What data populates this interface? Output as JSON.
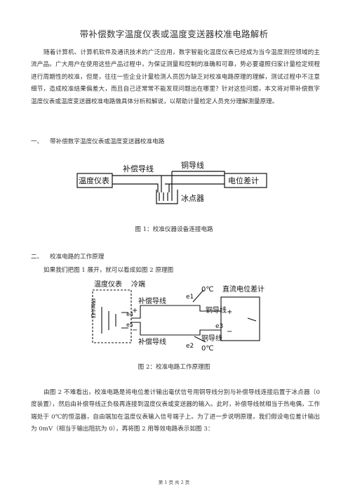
{
  "title": "带补偿数字温度仪表或温度变送器校准电路解析",
  "intro": "随着计算机、计算机软件及通讯技术的广泛应用，数字智能化温度仪表已经成为当今温度测控领域的主流产品。广大用户在使用这些产品过程中，为保证测量和控制的准确和可靠，势必要遵照归家计量检定规程进行周期性的校准，但是，往往一些企业计量检测人员因为缺乏对校准电路原理的理解，测试过程中不注意细节，造成校准结果偏差大，而且自己还常常不能发现问题出在哪里？针对这些问题，本文将对带补偿数字温度仪表或温度变送器校准电路做具体分析和解说，以帮助计量检定人员充分理解测量原理。",
  "section1": {
    "num": "一、",
    "text": "带补偿数字温度仪表或温度变送器校准电路"
  },
  "fig1": {
    "caption": "图 1：校准仪器设备连接电路",
    "labels": {
      "meter": "温度仪表",
      "comp_wire": "补偿导线",
      "copper_wire": "铜导线",
      "ice": "冰点器",
      "pot": "电位差计"
    }
  },
  "section2": {
    "num": "二、",
    "text": "校准电路的工作原理"
  },
  "section2_body": "如果我们把图 1 展开，就可以看成如图 2 原理图",
  "fig2": {
    "caption": "图 2：校准电路工作原理图",
    "labels": {
      "meter": "温度仪表",
      "cold_end": "冷端",
      "comp1": "补偿导线",
      "comp2": "补偿导线",
      "cu1": "铜导线",
      "cu2": "铜导线",
      "zero1": "0℃",
      "zero2": "0℃",
      "pot": "直流电位差计",
      "e1": "e1",
      "e2": "e2",
      "e3": "e3",
      "e4": "e4",
      "e5": "e5",
      "plus": "+",
      "minus": "−",
      "side_text": "温度补偿"
    }
  },
  "body3": "由图 2 不难看出，校准电路是将电位差计输出毫伏信号用铜导线分别与补偿导线连接后置于冰点器（0 度装置），然后由补偿导线正负极再连接到温度仪表或变送器的输入。此时，补偿导线就相当于热电偶，工作端处于 0℃的恒温器，自由端加在温度仪表输入信号端子上。为了进一步说明原理，我们假设电位差计输出为 0mV（相当于输出阻抗为 0），再将图 2 用等效电路表示如图 3：",
  "footer": "第 1 页 共 2 页"
}
